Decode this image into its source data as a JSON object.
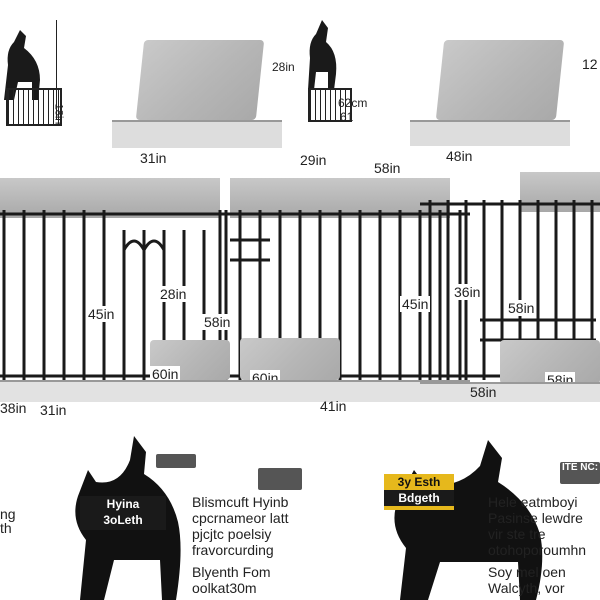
{
  "dimensions": {
    "top_left_side": "18in",
    "top_center_small_width": "28in",
    "top_center_side": "62cm",
    "top_center_bottom": "61",
    "top_right_side": "12",
    "mid_left_width": "31in",
    "mid_center_width": "29in",
    "mid_center_side": "58in",
    "mid_right_width": "48in",
    "crate_left_height": "45in",
    "crate_left_inner_height": "28in",
    "crate_left_depth": "58in",
    "crate_right_height": "45in",
    "crate_right_inner_height": "36in",
    "crate_right_depth": "58in",
    "crate_left_bottom_depth": "38in",
    "crate_left_width": "31in",
    "crate_center_width": "41in",
    "crate_right_depth2": "58in",
    "cushion_left_label": "60in",
    "cushion_center_label": "60in",
    "cushion_right_label": "58in"
  },
  "panels": {
    "left_badge": "",
    "left_tag_line1": "Hyina",
    "left_tag_line2": "3oLeth",
    "left_text_a": "ng",
    "left_text_b": "th",
    "center_badge": "",
    "center_line1": "Blismcuft Hyinb",
    "center_line2": "cpcrnameor latt",
    "center_line3": "pjcjtc poelsiy",
    "center_line4": "fravorcurding",
    "center_line5": "Blyenth Fom",
    "center_line6": "oolkat30m",
    "right_badge": "ITE NC:",
    "right_tag_line1": "3y Esth",
    "right_tag_line2": "Bdgeth",
    "right_line1": "Hele eatmboyi",
    "right_line2": "Pasinse lewdre",
    "right_line3": "vir ste tre",
    "right_line4": "otohoporoumhn",
    "right_line5": "Soy mel oen",
    "right_line6": "Walcyth, vor"
  },
  "colors": {
    "cushion": "#b8b8b8",
    "wire": "#1a1a1a",
    "tray": "#bdbdbd",
    "tag_yellow": "#e6b81c",
    "dog": "#111111"
  }
}
